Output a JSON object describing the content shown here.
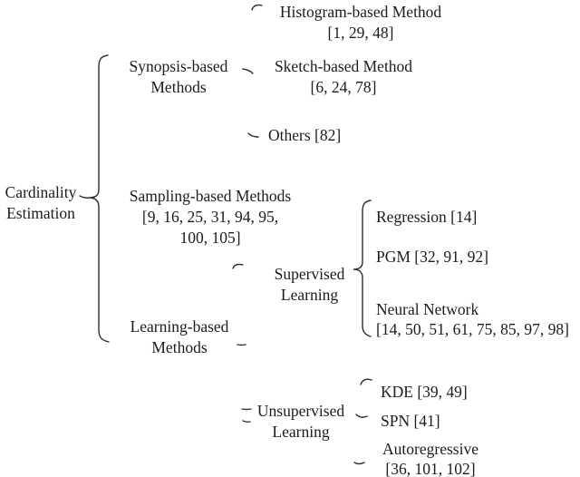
{
  "colors": {
    "background": "#ffffff",
    "text": "#1c1c1c",
    "line": "#2e2e2e"
  },
  "tree": {
    "label_lines": [
      "Cardinality",
      "Estimation"
    ],
    "children": [
      {
        "id": "synopsis",
        "label_lines": [
          "Synopsis-based",
          "Methods"
        ],
        "children": [
          {
            "id": "histogram",
            "label_lines": [
              "Histogram-based Method",
              "[1, 29, 48]"
            ]
          },
          {
            "id": "sketch",
            "label_lines": [
              "Sketch-based Method",
              "[6, 24, 78]"
            ]
          },
          {
            "id": "others",
            "label_lines": [
              "Others [82]"
            ]
          }
        ]
      },
      {
        "id": "sampling",
        "label_lines": [
          "Sampling-based Methods",
          "[9, 16, 25, 31, 94, 95,",
          "100, 105]"
        ]
      },
      {
        "id": "learning",
        "label_lines": [
          "Learning-based",
          "Methods"
        ],
        "children": [
          {
            "id": "supervised",
            "label_lines": [
              "Supervised",
              "Learning"
            ],
            "children": [
              {
                "id": "regression",
                "label_lines": [
                  "Regression [14]"
                ]
              },
              {
                "id": "pgm",
                "label_lines": [
                  "PGM [32, 91, 92]"
                ]
              },
              {
                "id": "neural-network",
                "label_lines": [
                  "Neural Network",
                  "[14, 50, 51, 61, 75, 85, 97, 98]"
                ]
              }
            ]
          },
          {
            "id": "unsupervised",
            "label_lines": [
              "Unsupervised",
              "Learning"
            ],
            "children": [
              {
                "id": "kde",
                "label_lines": [
                  "KDE [39, 49]"
                ]
              },
              {
                "id": "spn",
                "label_lines": [
                  "SPN [41]"
                ]
              },
              {
                "id": "autoregressive",
                "label_lines": [
                  "Autoregressive",
                  "[36, 101, 102]"
                ]
              }
            ]
          }
        ]
      }
    ]
  }
}
